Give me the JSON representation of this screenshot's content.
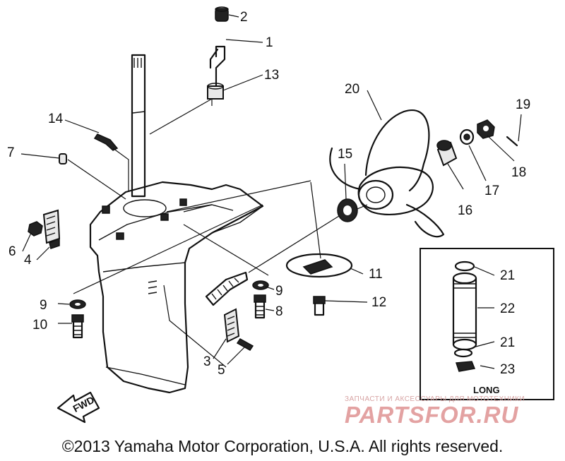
{
  "callouts": [
    {
      "id": "1",
      "label": "1"
    },
    {
      "id": "2",
      "label": "2"
    },
    {
      "id": "3",
      "label": "3"
    },
    {
      "id": "4",
      "label": "4"
    },
    {
      "id": "5",
      "label": "5"
    },
    {
      "id": "6",
      "label": "6"
    },
    {
      "id": "7",
      "label": "7"
    },
    {
      "id": "8",
      "label": "8"
    },
    {
      "id": "9a",
      "label": "9"
    },
    {
      "id": "9b",
      "label": "9"
    },
    {
      "id": "10",
      "label": "10"
    },
    {
      "id": "11",
      "label": "11"
    },
    {
      "id": "12",
      "label": "12"
    },
    {
      "id": "13",
      "label": "13"
    },
    {
      "id": "14",
      "label": "14"
    },
    {
      "id": "15",
      "label": "15"
    },
    {
      "id": "16",
      "label": "16"
    },
    {
      "id": "17",
      "label": "17"
    },
    {
      "id": "18",
      "label": "18"
    },
    {
      "id": "19",
      "label": "19"
    },
    {
      "id": "20",
      "label": "20"
    },
    {
      "id": "21a",
      "label": "21"
    },
    {
      "id": "21b",
      "label": "21"
    },
    {
      "id": "22",
      "label": "22"
    },
    {
      "id": "23",
      "label": "23"
    }
  ],
  "inset": {
    "label": "LONG"
  },
  "fwd_arrow": {
    "label": "FWD"
  },
  "watermark": {
    "small": "ЗАПЧАСТИ И АКСЕССУАРЫ ДЛЯ МОТОТЕХНИКИ",
    "big": "PARTSFOR.RU"
  },
  "footer": {
    "copyright": "©2013 Yamaha Motor Corporation, U.S.A. All rights reserved."
  }
}
